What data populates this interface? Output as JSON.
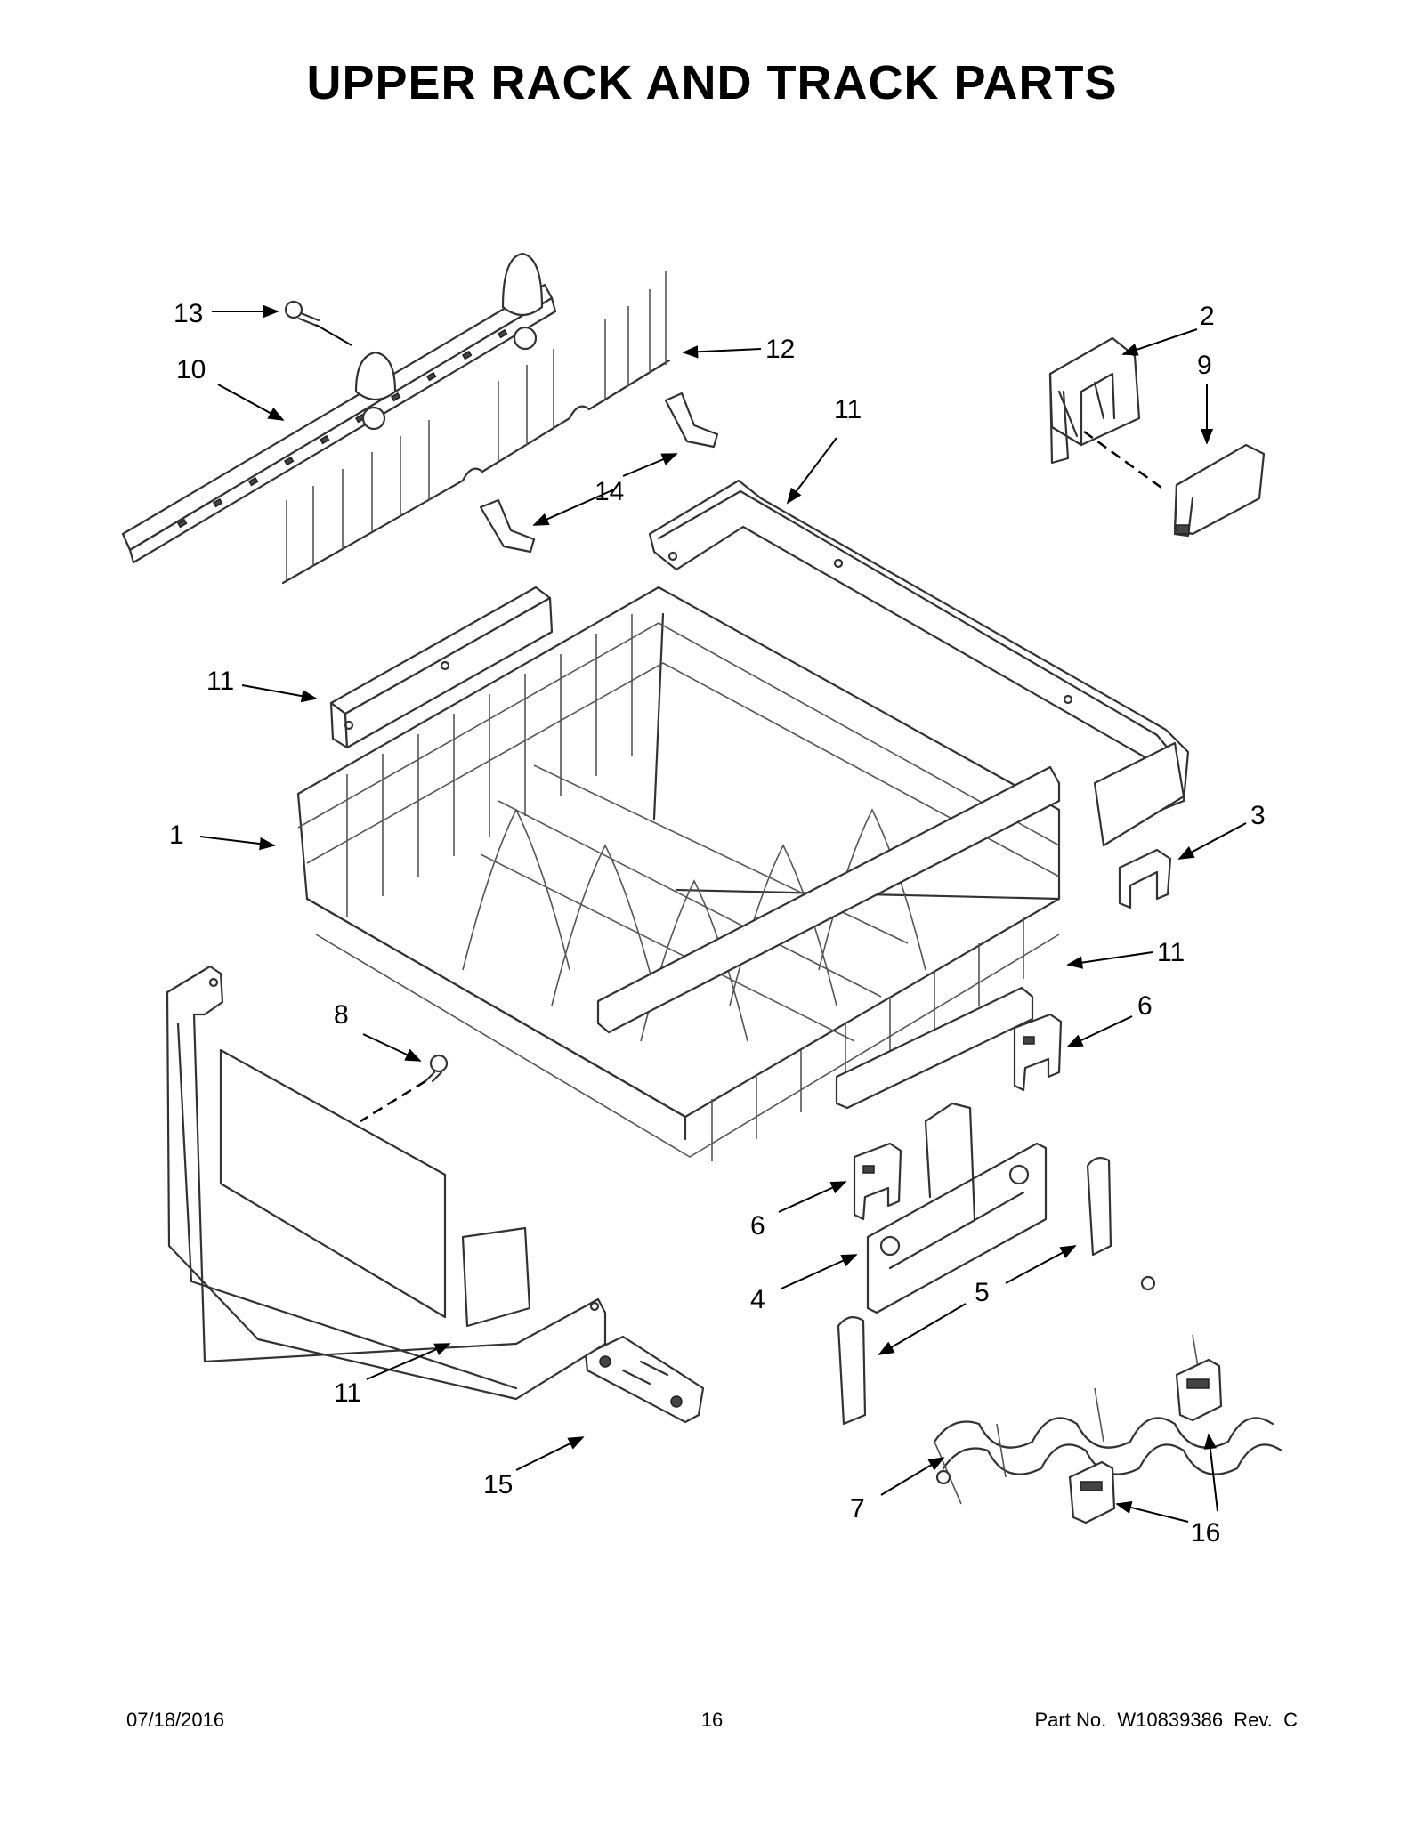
{
  "title": "UPPER RACK AND TRACK PARTS",
  "callouts": {
    "c13": "13",
    "c10": "10",
    "c12": "12",
    "c11_top": "11",
    "c14": "14",
    "c2": "2",
    "c9": "9",
    "c11_left": "11",
    "c1": "1",
    "c3": "3",
    "c11_right": "11",
    "c6_right": "6",
    "c8": "8",
    "c6_left": "6",
    "c4": "4",
    "c5": "5",
    "c11_bottom": "11",
    "c15": "15",
    "c7": "7",
    "c16": "16"
  },
  "footer": {
    "date": "07/18/2016",
    "page": "16",
    "part_no": "Part No.  W10839386  Rev.  C"
  }
}
